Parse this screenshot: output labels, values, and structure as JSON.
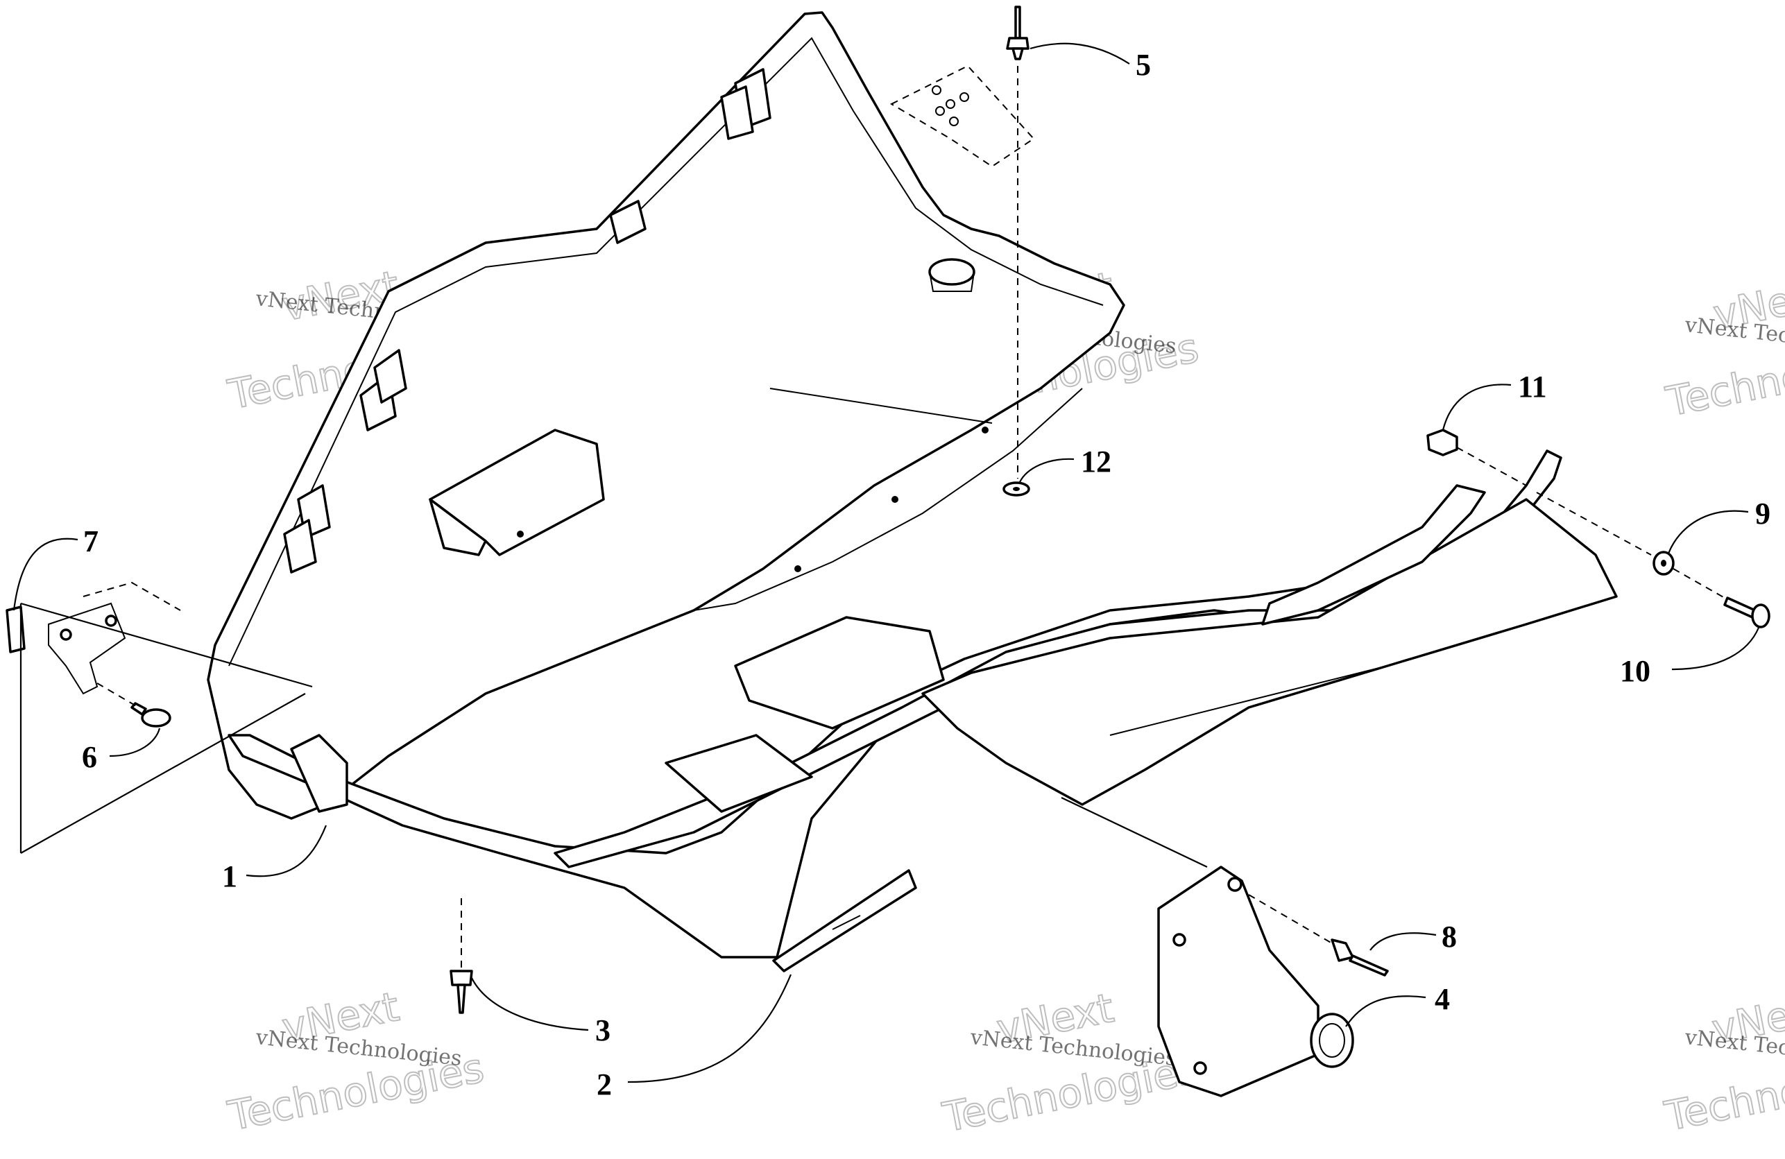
{
  "callouts": {
    "c1": "1",
    "c2": "2",
    "c3": "3",
    "c4": "4",
    "c5": "5",
    "c6": "6",
    "c7": "7",
    "c8": "8",
    "c9": "9",
    "c10": "10",
    "c11": "11",
    "c12": "12"
  },
  "watermark": {
    "small": "vNext Technologies",
    "big_line1": "vNext",
    "big_line2": "Technologies"
  }
}
